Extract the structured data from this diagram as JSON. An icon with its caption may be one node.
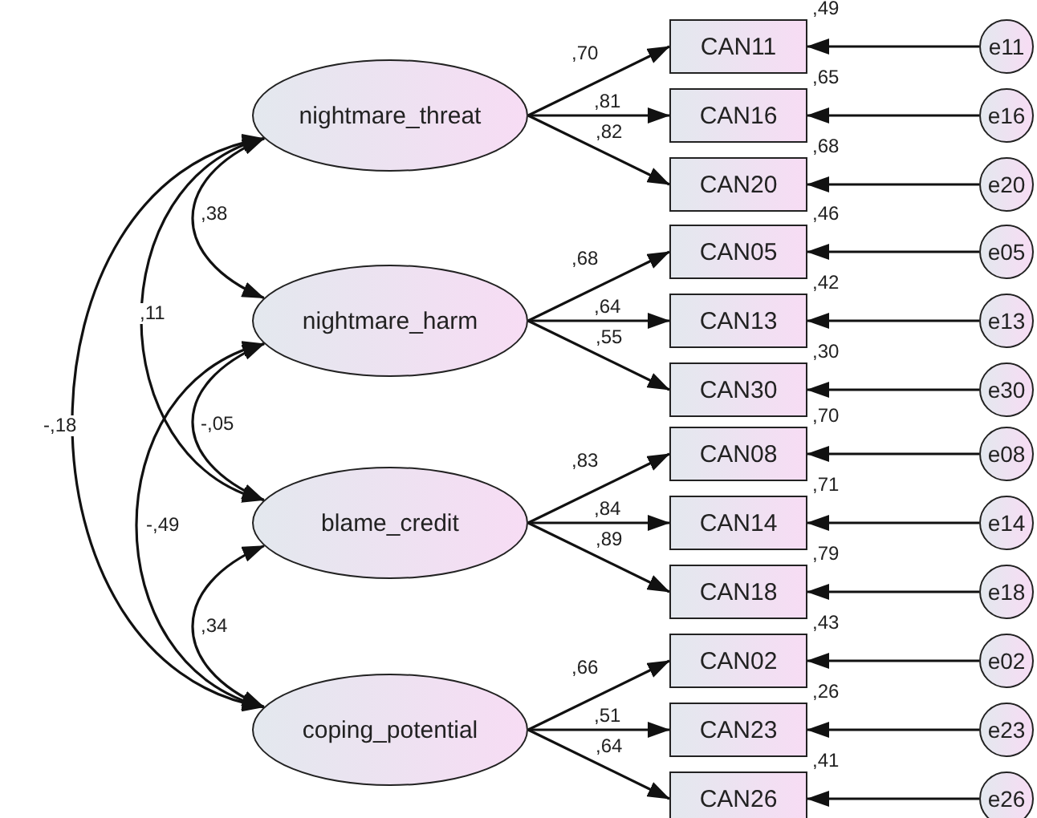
{
  "diagram": {
    "nodes": [
      {
        "text": [
          "nightmare_threat"
        ]
      },
      {
        "text": [
          "nightmare_harm"
        ]
      },
      {
        "text": [
          "blame_credit"
        ]
      },
      {
        "text": [
          "coping_potential"
        ]
      },
      {
        "text": [
          "CAN11"
        ],
        "beside": [
          ",49"
        ]
      },
      {
        "text": [
          "CAN16"
        ],
        "beside": [
          ",65"
        ]
      },
      {
        "text": [
          "CAN20"
        ],
        "beside": [
          ",68"
        ]
      },
      {
        "text": [
          "CAN05"
        ],
        "beside": [
          ",46"
        ]
      },
      {
        "text": [
          "CAN13"
        ],
        "beside": [
          ",42"
        ]
      },
      {
        "text": [
          "CAN30"
        ],
        "beside": [
          ",30"
        ]
      },
      {
        "text": [
          "CAN08"
        ],
        "beside": [
          ",70"
        ]
      },
      {
        "text": [
          "CAN14"
        ],
        "beside": [
          ",71"
        ]
      },
      {
        "text": [
          "CAN18"
        ],
        "beside": [
          ",79"
        ]
      },
      {
        "text": [
          "CAN02"
        ],
        "beside": [
          ",43"
        ]
      },
      {
        "text": [
          "CAN23"
        ],
        "beside": [
          ",26"
        ]
      },
      {
        "text": [
          "CAN26"
        ],
        "beside": [
          ",41"
        ]
      },
      {
        "text": [
          "e11"
        ]
      },
      {
        "text": [
          "e16"
        ]
      },
      {
        "text": [
          "e20"
        ]
      },
      {
        "text": [
          "e05"
        ]
      },
      {
        "text": [
          "e13"
        ]
      },
      {
        "text": [
          "e30"
        ]
      },
      {
        "text": [
          "e08"
        ]
      },
      {
        "text": [
          "e14"
        ]
      },
      {
        "text": [
          "e18"
        ]
      },
      {
        "text": [
          "e02"
        ]
      },
      {
        "text": [
          "e23"
        ]
      },
      {
        "text": [
          "e26"
        ]
      }
    ],
    "edges": [
      {
        "from": 0,
        "to": 4,
        "arrow": "to",
        "label": ",70"
      },
      {
        "from": 0,
        "to": 5,
        "arrow": "to",
        "label": ",81"
      },
      {
        "from": 0,
        "to": 6,
        "arrow": "to",
        "label": ",82"
      },
      {
        "from": 1,
        "to": 7,
        "arrow": "to",
        "label": ",68"
      },
      {
        "from": 1,
        "to": 8,
        "arrow": "to",
        "label": ",64"
      },
      {
        "from": 1,
        "to": 9,
        "arrow": "to",
        "label": ",55"
      },
      {
        "from": 2,
        "to": 10,
        "arrow": "to",
        "label": ",83"
      },
      {
        "from": 2,
        "to": 11,
        "arrow": "to",
        "label": ",84"
      },
      {
        "from": 2,
        "to": 12,
        "arrow": "to",
        "label": ",89"
      },
      {
        "from": 3,
        "to": 13,
        "arrow": "to",
        "label": ",66"
      },
      {
        "from": 3,
        "to": 14,
        "arrow": "to",
        "label": ",51"
      },
      {
        "from": 3,
        "to": 15,
        "arrow": "to",
        "label": ",64"
      },
      {
        "from": 16,
        "to": 4,
        "arrow": "to"
      },
      {
        "from": 17,
        "to": 5,
        "arrow": "to"
      },
      {
        "from": 18,
        "to": 6,
        "arrow": "to"
      },
      {
        "from": 19,
        "to": 7,
        "arrow": "to"
      },
      {
        "from": 20,
        "to": 8,
        "arrow": "to"
      },
      {
        "from": 21,
        "to": 9,
        "arrow": "to"
      },
      {
        "from": 22,
        "to": 10,
        "arrow": "to"
      },
      {
        "from": 23,
        "to": 11,
        "arrow": "to"
      },
      {
        "from": 24,
        "to": 12,
        "arrow": "to"
      },
      {
        "from": 25,
        "to": 13,
        "arrow": "to"
      },
      {
        "from": 26,
        "to": 14,
        "arrow": "to"
      },
      {
        "from": 27,
        "to": 15,
        "arrow": "to"
      },
      {
        "from": 0,
        "to": 1,
        "arrow": "both",
        "label": ",38"
      },
      {
        "from": 0,
        "to": 2,
        "arrow": "both",
        "label": ",11"
      },
      {
        "from": 0,
        "to": 3,
        "arrow": "both",
        "label": "-,18"
      },
      {
        "from": 1,
        "to": 2,
        "arrow": "both",
        "label": "-,05"
      },
      {
        "from": 1,
        "to": 3,
        "arrow": "both",
        "label": "-,49"
      },
      {
        "from": 2,
        "to": 3,
        "arrow": "both",
        "label": ",34"
      }
    ]
  }
}
